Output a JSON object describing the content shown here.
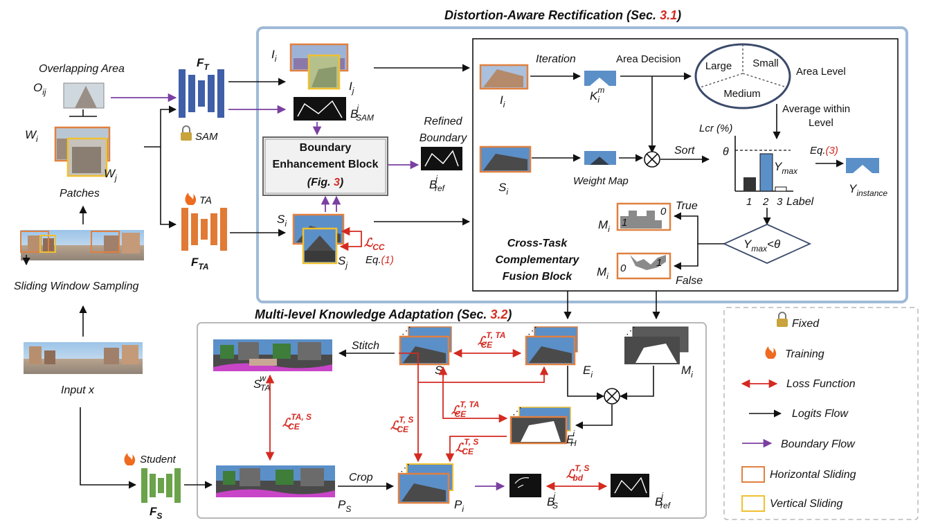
{
  "titles": {
    "dar": "Distortion-Aware Rectification (Sec. ",
    "dar_ref": "3.1",
    "mka": "Multi-level Knowledge Adaptation (Sec. ",
    "mka_ref": "3.2",
    "close": ")"
  },
  "left": {
    "overlapping_area": "Overlapping Area",
    "o_ij": "O",
    "o_ij_sub": "ij",
    "w_i": "W",
    "w_i_sub": "i",
    "w_j": "W",
    "w_j_sub": "j",
    "patches": "Patches",
    "sliding_window": "Sliding Window Sampling",
    "input": "Input  x"
  },
  "encoders": {
    "ft_base": "F",
    "ft_sub": "T",
    "sam": "SAM",
    "ta": "TA",
    "fta_base": "F",
    "fta_sub": "TA",
    "student": "Student",
    "fs_base": "F",
    "fs_sub": "S"
  },
  "dar_left": {
    "i_i": "I",
    "i_i_sub": "i",
    "i_j": "I",
    "i_j_sub": "j",
    "b_sam": "B",
    "b_sam_sup": "i",
    "b_sam_sub": "SAM",
    "beb_line1": "Boundary",
    "beb_line2": "Enhancement Block",
    "beb_fig_pre": "(Fig. ",
    "beb_fig_ref": "3",
    "beb_fig_post": ")",
    "refined_line1": "Refined",
    "refined_line2": "Boundary",
    "b_ref": "B",
    "b_ref_sup": "i",
    "b_ref_sub": "ref",
    "s_i": "S",
    "s_i_sub": "i",
    "s_j": "S",
    "s_j_sub": "j",
    "l_cc": "ℒ",
    "l_cc_sub": "CC",
    "eq1_pre": "Eq.",
    "eq1_ref": "(1)"
  },
  "ctcf": {
    "i_i": "I",
    "i_i_sub": "i",
    "iteration": "Iteration",
    "k_base": "K",
    "k_sup": "m",
    "k_sub": "i",
    "area_decision": "Area Decision",
    "large": "Large",
    "small": "Small",
    "medium": "Medium",
    "area_level": "Area Level",
    "average_line1": "Average within",
    "average_line2": "Level",
    "s_i": "S",
    "s_i_sub": "i",
    "weight_map": "Weight Map",
    "sort": "Sort",
    "lcr": "Lcr (%)",
    "theta": "θ",
    "y_max": "Y",
    "y_max_sub": "max",
    "eq3_pre": "Eq.",
    "eq3_ref": "(3)",
    "y_instance": "Y",
    "y_instance_sub": "instance",
    "label": "Label",
    "true": "True",
    "false": "False",
    "decision_y": "Y",
    "decision_sub": "max",
    "decision_rest": "<θ",
    "m_i": "M",
    "m_i_sub": "i",
    "m_top_0": "0",
    "m_top_1": "1",
    "m_bot_0": "0",
    "m_bot_1": "1",
    "block_line1": "Cross-Task",
    "block_line2": "Complementary",
    "block_line3": "Fusion Block"
  },
  "mka": {
    "stitch": "Stitch",
    "s_ta": "S",
    "s_ta_sup": "w",
    "s_ta_sub": "TA",
    "l_ce_ta_s": "ℒ",
    "l_ce_ta_s_sup": "TA, S",
    "l_ce_ta_s_sub": "CE",
    "s_i": "S",
    "s_i_sub": "i",
    "l_ce_t_ta_top": "ℒ",
    "l_ce_t_ta_top_sup": "T, TA",
    "l_ce_t_ta_top_sub": "CE",
    "e_i": "E",
    "e_i_sub": "i",
    "m_i": "M",
    "m_i_sub": "i",
    "l_ce_t_s_left": "ℒ",
    "l_ce_t_s_left_sup": "T, S",
    "l_ce_t_s_left_sub": "CE",
    "l_ce_t_ta_mid": "ℒ",
    "l_ce_t_ta_mid_sup": "T, TA",
    "l_ce_t_ta_mid_sub": "CE",
    "e_h": "E",
    "e_h_sup": "i",
    "e_h_sub": "H",
    "l_ce_t_s_mid": "ℒ",
    "l_ce_t_s_mid_sup": "T, S",
    "l_ce_t_s_mid_sub": "CE",
    "crop": "Crop",
    "p_s": "P",
    "p_s_sub": "S",
    "p_i": "P",
    "p_i_sub": "i",
    "b_s": "B",
    "b_s_sup": "i",
    "b_s_sub": "S",
    "l_bd": "ℒ",
    "l_bd_sup": "T, S",
    "l_bd_sub": "bd",
    "b_ref": "B",
    "b_ref_sup": "i",
    "b_ref_sub": "ref"
  },
  "legend": {
    "fixed": "Fixed",
    "training": "Training",
    "loss": "Loss Function",
    "logits": "Logits Flow",
    "boundary": "Boundary Flow",
    "horizontal": "Horizontal Sliding",
    "vertical": "Vertical Sliding"
  },
  "colors": {
    "encoder_blue": "#3f5fa8",
    "encoder_orange": "#e07a35",
    "encoder_green": "#6aa34a",
    "horizontal_border": "#e08040",
    "vertical_border": "#f0c030",
    "loss_red": "#d42a20",
    "boundary_purple": "#7a3fa0",
    "dar_frame": "#9fbad8",
    "sky_blue": "#5b8fc8",
    "seg_gray": "#4a4a4a",
    "lock_gold": "#c9a33b",
    "flame": "#ee6b20"
  }
}
